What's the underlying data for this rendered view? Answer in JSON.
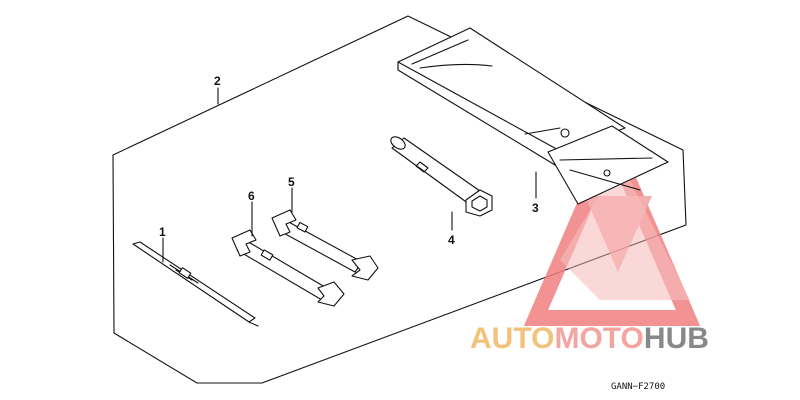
{
  "diagram": {
    "callouts": [
      {
        "id": "1",
        "label": "1"
      },
      {
        "id": "2",
        "label": "2"
      },
      {
        "id": "3",
        "label": "3"
      },
      {
        "id": "4",
        "label": "4"
      },
      {
        "id": "5",
        "label": "5"
      },
      {
        "id": "6",
        "label": "6"
      }
    ],
    "reference_code": "GANN−F2700"
  },
  "watermark": {
    "part1": "AUTO",
    "part2": "MOTO",
    "part3": "HUB",
    "colors": {
      "auto": "#f3c27a",
      "moto": "#f2a5a1",
      "hub": "#888888",
      "logo": "#f08080"
    }
  }
}
